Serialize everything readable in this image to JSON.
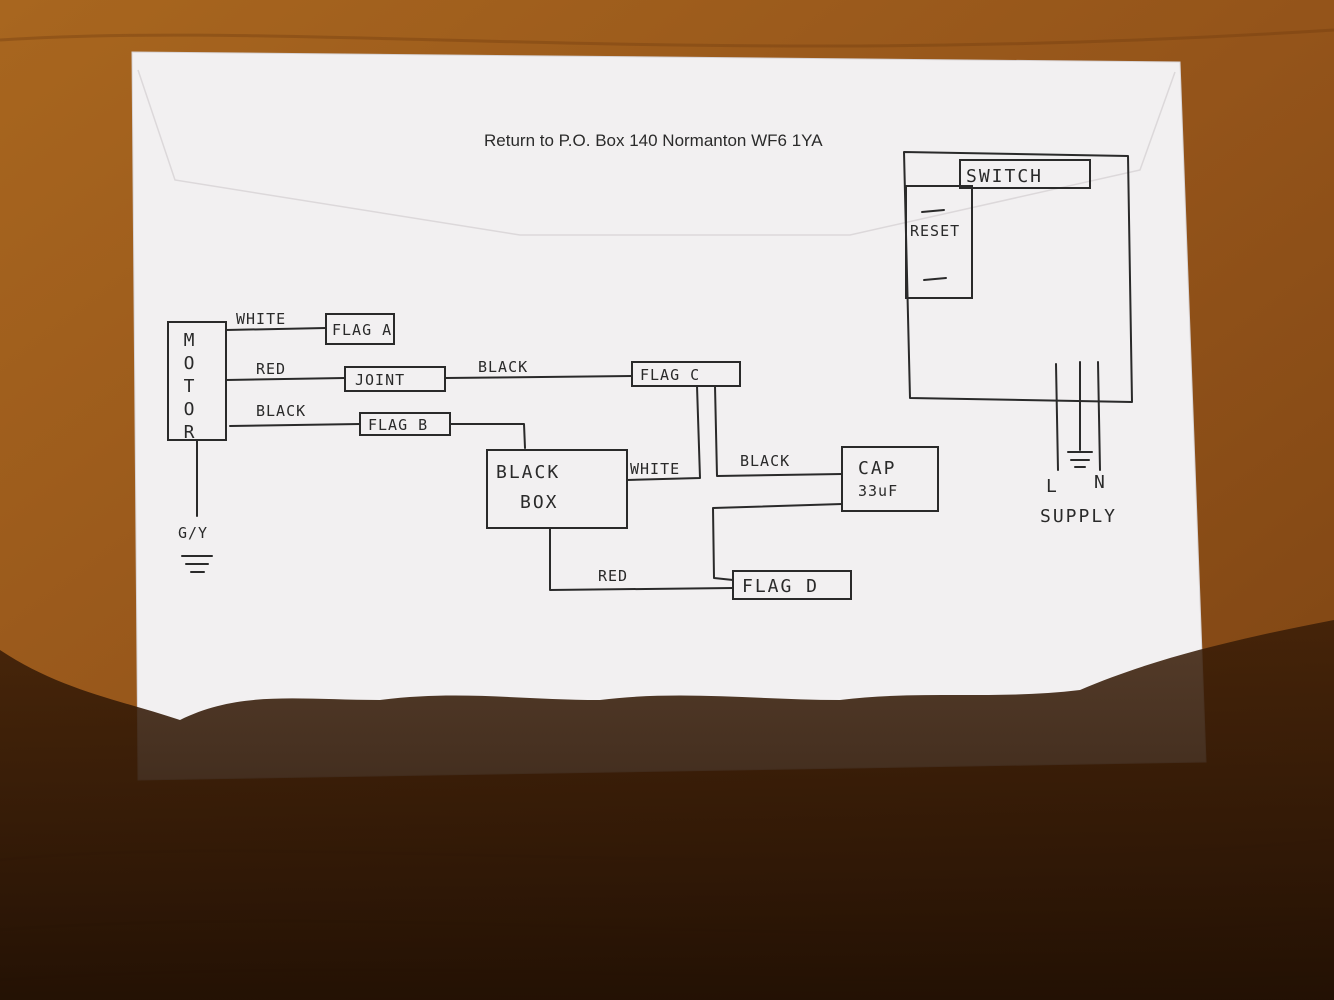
{
  "colors": {
    "table": "#9a5a1c",
    "paper": "#f2f0f1",
    "ink": "#2a2a2a",
    "shadow": "#2e1705"
  },
  "envelope": {
    "return_address": "Return to P.O. Box 140 Normanton WF6 1YA"
  },
  "diagram": {
    "motor": [
      "M",
      "O",
      "T",
      "O",
      "R"
    ],
    "earth_label": "G/Y",
    "flags": {
      "a": "FLAG A",
      "b": "FLAG B",
      "c": "FLAG C",
      "d": "FLAG D"
    },
    "joint": "JOINT",
    "black_box": [
      "BLACK",
      "BOX"
    ],
    "capacitor": [
      "CAP",
      "33uF"
    ],
    "switch": {
      "title": "SWITCH",
      "reset": "RESET"
    },
    "supply": {
      "live": "L",
      "neutral": "N",
      "label": "SUPPLY"
    },
    "wires": {
      "motor_flag_a": "WHITE",
      "motor_joint": "RED",
      "joint_flag_c": "BLACK",
      "motor_flag_b": "BLACK",
      "box_flag_c": "WHITE",
      "flag_c_cap": "BLACK",
      "box_flag_d": "RED"
    }
  }
}
